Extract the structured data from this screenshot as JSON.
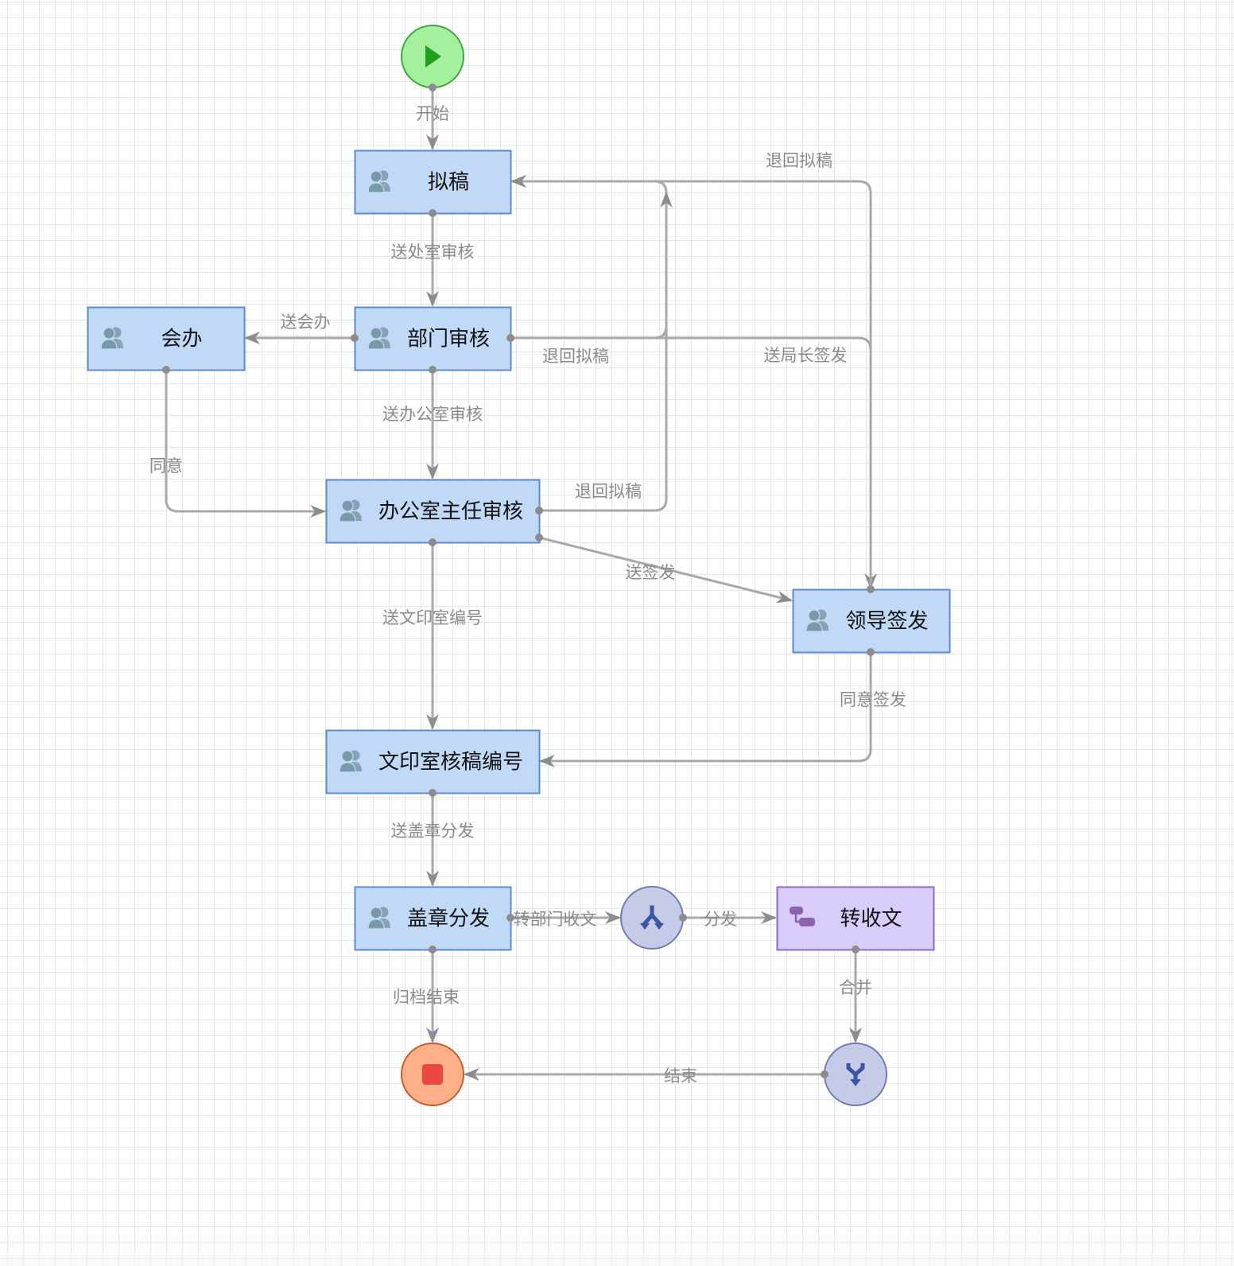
{
  "diagram": {
    "type": "workflow",
    "colors": {
      "task_fill": "#c0d9f7",
      "task_stroke": "#5b8bd1",
      "subprocess_fill": "#d9ccfa",
      "subprocess_stroke": "#8a6cc4",
      "gateway_fill": "#c5cae6",
      "gateway_stroke": "#6c7bb8",
      "gateway_icon": "#3b55a6",
      "start_fill": "#a4f09c",
      "start_stroke": "#3aaa35",
      "start_icon": "#1fa01a",
      "end_fill": "#ffb08a",
      "end_stroke": "#cc5a26",
      "end_icon": "#e84a41",
      "edge": "#a9a9a9",
      "edge_label": "#8a8a8a",
      "user_icon": "#7b98a8",
      "subprocess_icon": "#8d60b0"
    },
    "nodes": {
      "start": {
        "kind": "start",
        "label": "",
        "icon": "play-icon"
      },
      "draft": {
        "kind": "task",
        "label": "拟稿",
        "icon": "users-icon"
      },
      "cosign": {
        "kind": "task",
        "label": "会办",
        "icon": "users-icon"
      },
      "dept": {
        "kind": "task",
        "label": "部门审核",
        "icon": "users-icon"
      },
      "office": {
        "kind": "task",
        "label": "办公室主任审核",
        "icon": "users-icon"
      },
      "leader": {
        "kind": "task",
        "label": "领导签发",
        "icon": "users-icon"
      },
      "print": {
        "kind": "task",
        "label": "文印室核稿编号",
        "icon": "users-icon"
      },
      "seal": {
        "kind": "task",
        "label": "盖章分发",
        "icon": "users-icon"
      },
      "fork": {
        "kind": "gateway",
        "label": "",
        "icon": "fork-icon"
      },
      "receive": {
        "kind": "subprocess",
        "label": "转收文",
        "icon": "subprocess-icon"
      },
      "join": {
        "kind": "gateway",
        "label": "",
        "icon": "join-icon"
      },
      "end": {
        "kind": "end",
        "label": "",
        "icon": "stop-icon"
      }
    },
    "edges": [
      {
        "id": "e1",
        "from": "start",
        "to": "draft",
        "label": "开始"
      },
      {
        "id": "e2",
        "from": "draft",
        "to": "dept",
        "label": "送处室审核"
      },
      {
        "id": "e3",
        "from": "dept",
        "to": "cosign",
        "label": "送会办"
      },
      {
        "id": "e4",
        "from": "dept",
        "to": "draft",
        "label": "退回拟稿"
      },
      {
        "id": "e5",
        "from": "dept",
        "to": "leader",
        "label": "送局长签发"
      },
      {
        "id": "e6",
        "from": "leader",
        "to": "draft",
        "label": "退回拟稿"
      },
      {
        "id": "e7",
        "from": "dept",
        "to": "office",
        "label": "送办公室审核"
      },
      {
        "id": "e8",
        "from": "cosign",
        "to": "office",
        "label": "同意"
      },
      {
        "id": "e9",
        "from": "office",
        "to": "draft",
        "label": "退回拟稿"
      },
      {
        "id": "e10",
        "from": "office",
        "to": "leader",
        "label": "送签发"
      },
      {
        "id": "e11",
        "from": "office",
        "to": "print",
        "label": "送文印室编号"
      },
      {
        "id": "e12",
        "from": "leader",
        "to": "print",
        "label": "同意签发"
      },
      {
        "id": "e13",
        "from": "print",
        "to": "seal",
        "label": "送盖章分发"
      },
      {
        "id": "e14",
        "from": "seal",
        "to": "fork",
        "label": "转部门收文"
      },
      {
        "id": "e15",
        "from": "fork",
        "to": "receive",
        "label": "分发"
      },
      {
        "id": "e16",
        "from": "seal",
        "to": "end",
        "label": "归档结束"
      },
      {
        "id": "e17",
        "from": "receive",
        "to": "join",
        "label": "合并"
      },
      {
        "id": "e18",
        "from": "join",
        "to": "end",
        "label": "结束"
      }
    ]
  }
}
